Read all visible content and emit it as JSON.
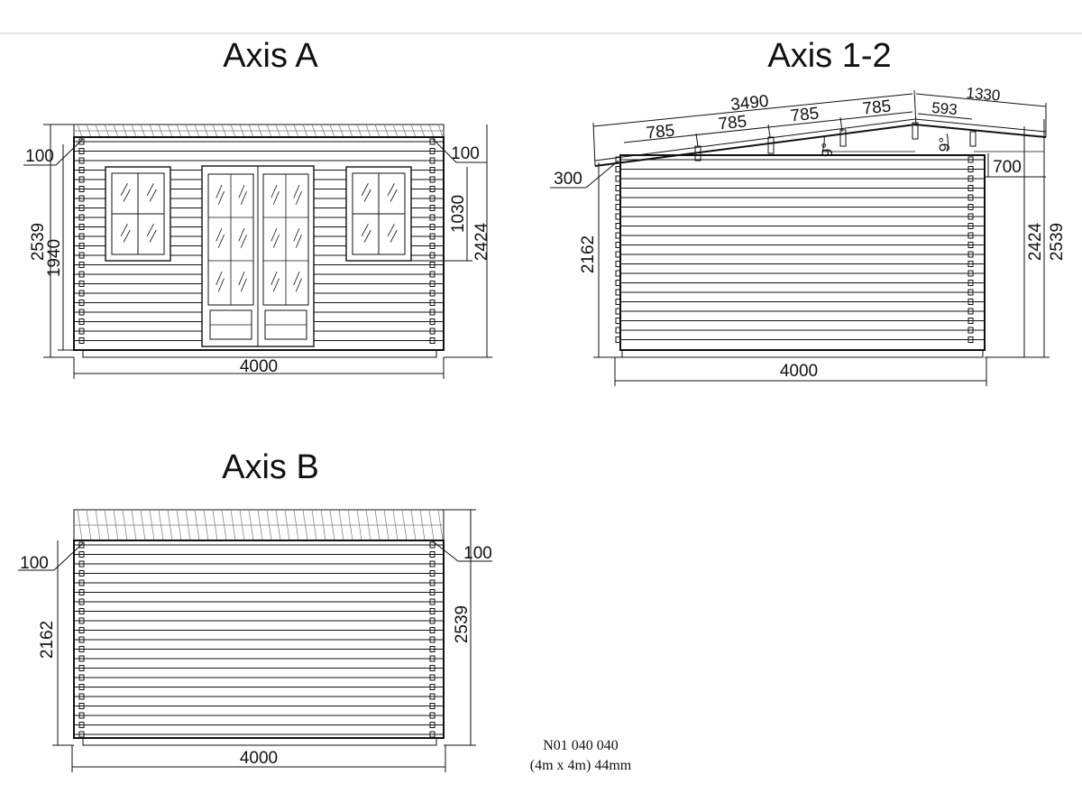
{
  "views": {
    "axis_a": {
      "title": "Axis A",
      "dims": {
        "eave_left": "100",
        "eave_right": "100",
        "total_height": "2539",
        "wall_height": "1940",
        "window_height": "1030",
        "side_height": "2424",
        "width": "4000"
      }
    },
    "axis_12": {
      "title": "Axis 1-2",
      "dims": {
        "rafter": "3490",
        "overhang": "1330",
        "seg1": "785",
        "seg2": "785",
        "seg3": "785",
        "seg4": "785",
        "seg_short": "593",
        "eave": "300",
        "overhang_h": "700",
        "wall_height": "2162",
        "side_height": "2424",
        "total_height": "2539",
        "width": "4000",
        "angle_left": "9°",
        "angle_right": "9°"
      }
    },
    "axis_b": {
      "title": "Axis B",
      "dims": {
        "eave_left": "100",
        "eave_right": "100",
        "wall_height": "2162",
        "total_height": "2539",
        "width": "4000"
      }
    }
  },
  "product": {
    "code": "N01 040 040",
    "spec": "(4m x 4m) 44mm"
  }
}
